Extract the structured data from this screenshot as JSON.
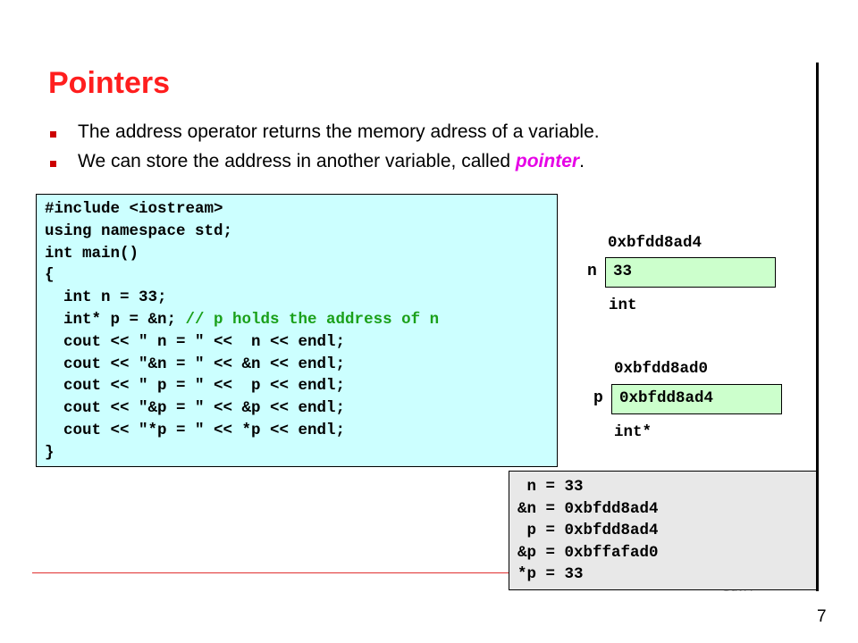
{
  "slide": {
    "title": "Pointers",
    "bullets": [
      {
        "text": "The address operator returns the memory adress of a variable."
      },
      {
        "text": "We can store the address in another variable, called ",
        "emphasis": "pointer",
        "suffix": "."
      }
    ],
    "page_number": "7",
    "footer_ghost": "Suvi4"
  },
  "code": {
    "lines": [
      {
        "code": "#include <iostream>",
        "comment": ""
      },
      {
        "code": "using namespace std;",
        "comment": ""
      },
      {
        "code": "int main()",
        "comment": ""
      },
      {
        "code": "{",
        "comment": ""
      },
      {
        "code": "  int n = 33;",
        "comment": ""
      },
      {
        "code": "  int* p = &n; ",
        "comment": "// p holds the address of n"
      },
      {
        "code": "  cout << \" n = \" <<  n << endl;",
        "comment": ""
      },
      {
        "code": "  cout << \"&n = \" << &n << endl;",
        "comment": ""
      },
      {
        "code": "  cout << \" p = \" <<  p << endl;",
        "comment": ""
      },
      {
        "code": "  cout << \"&p = \" << &p << endl;",
        "comment": ""
      },
      {
        "code": "  cout << \"*p = \" << *p << endl;",
        "comment": ""
      },
      {
        "code": "}",
        "comment": ""
      }
    ]
  },
  "memory": {
    "n": {
      "address": "0xbfdd8ad4",
      "name": "n",
      "value": "33",
      "type": "int"
    },
    "p": {
      "address": "0xbfdd8ad0",
      "name": "p",
      "value": "0xbfdd8ad4",
      "type": "int*"
    }
  },
  "output": {
    "lines": [
      " n = 33",
      "&n = 0xbfdd8ad4",
      " p = 0xbfdd8ad4",
      "&p = 0xbffafad0",
      "*p = 33"
    ]
  },
  "colors": {
    "title": "#ff1e1e",
    "code_bg": "#ccffff",
    "comment": "#1aa01a",
    "cell_bg": "#ccffcc",
    "output_bg": "#e8e8e8",
    "emphasis": "#e600e6"
  }
}
